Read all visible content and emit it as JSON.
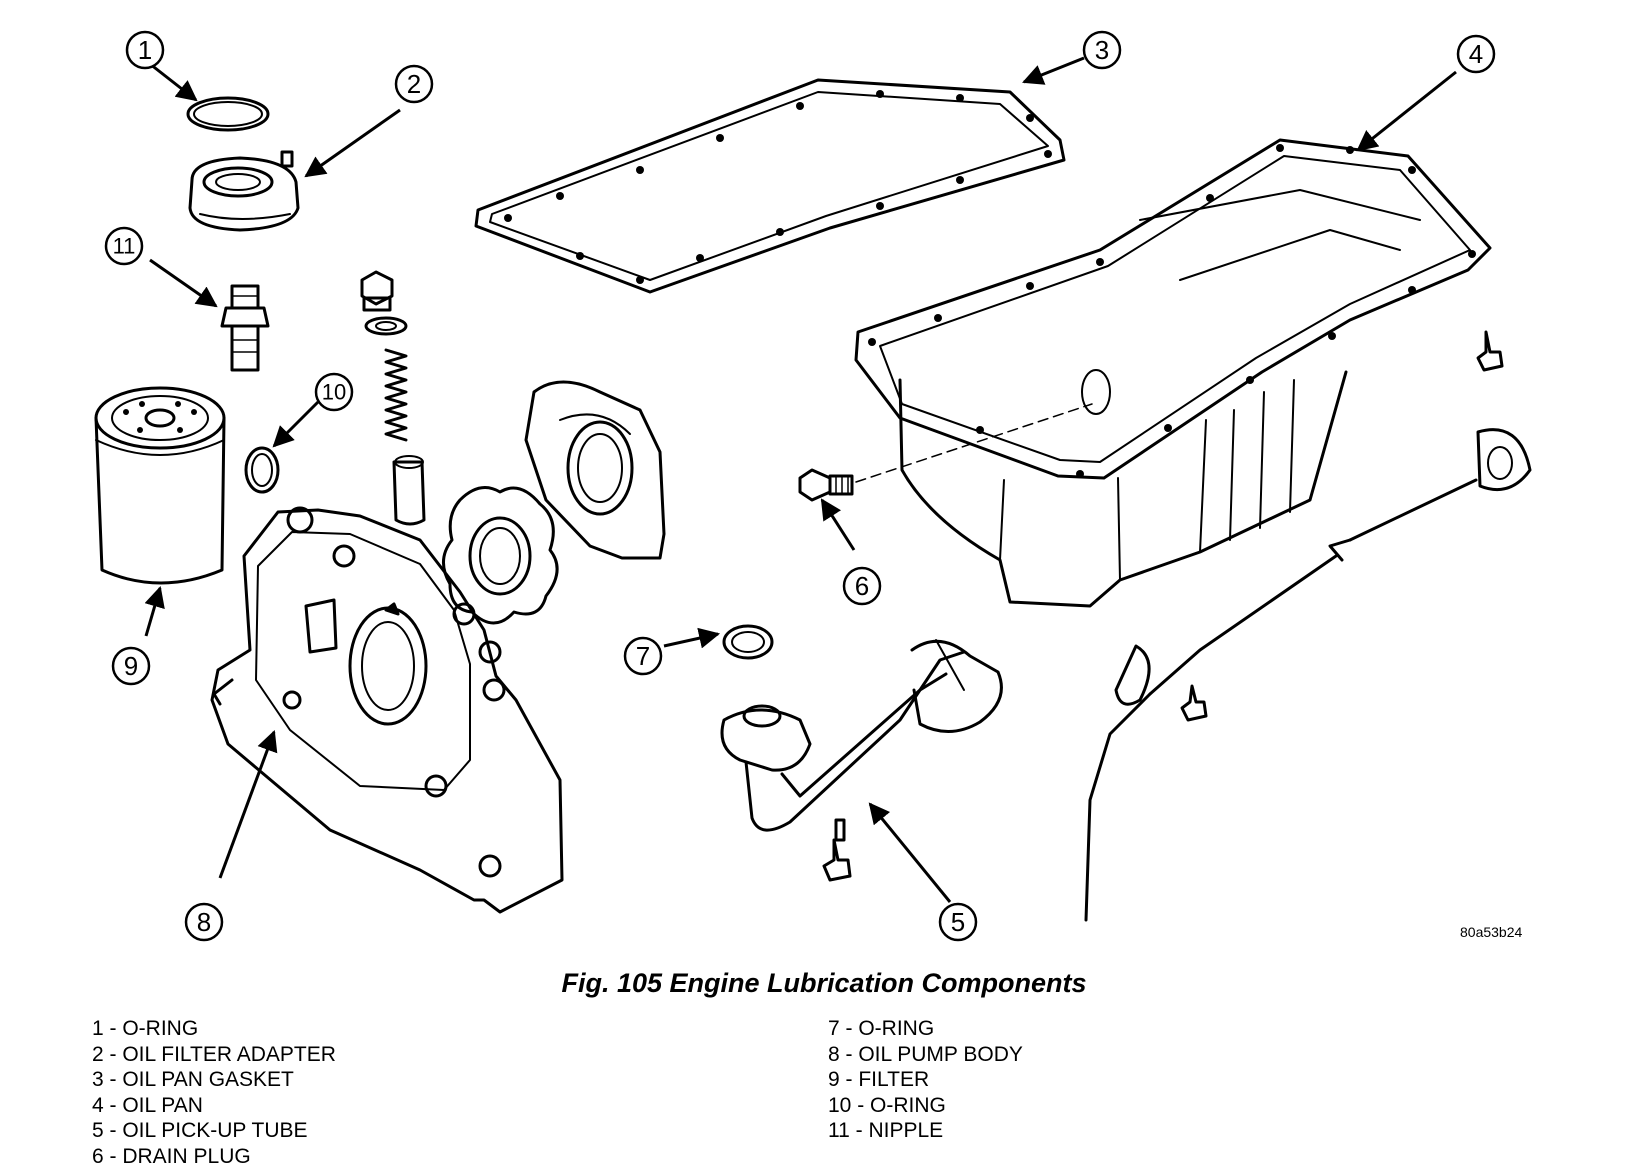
{
  "figure": {
    "caption": "Fig. 105 Engine Lubrication Components",
    "image_code": "80a53b24"
  },
  "callouts": [
    "1",
    "2",
    "3",
    "4",
    "5",
    "6",
    "7",
    "8",
    "9",
    "10",
    "11"
  ],
  "legend": {
    "left": [
      "1 - O-RING",
      "2 - OIL FILTER ADAPTER",
      "3 - OIL PAN GASKET",
      "4 - OIL PAN",
      "5 - OIL PICK-UP TUBE",
      "6 - DRAIN PLUG"
    ],
    "right": [
      "7 - O-RING",
      "8 - OIL PUMP BODY",
      "9 - FILTER",
      "10 - O-RING",
      "11 - NIPPLE"
    ]
  }
}
